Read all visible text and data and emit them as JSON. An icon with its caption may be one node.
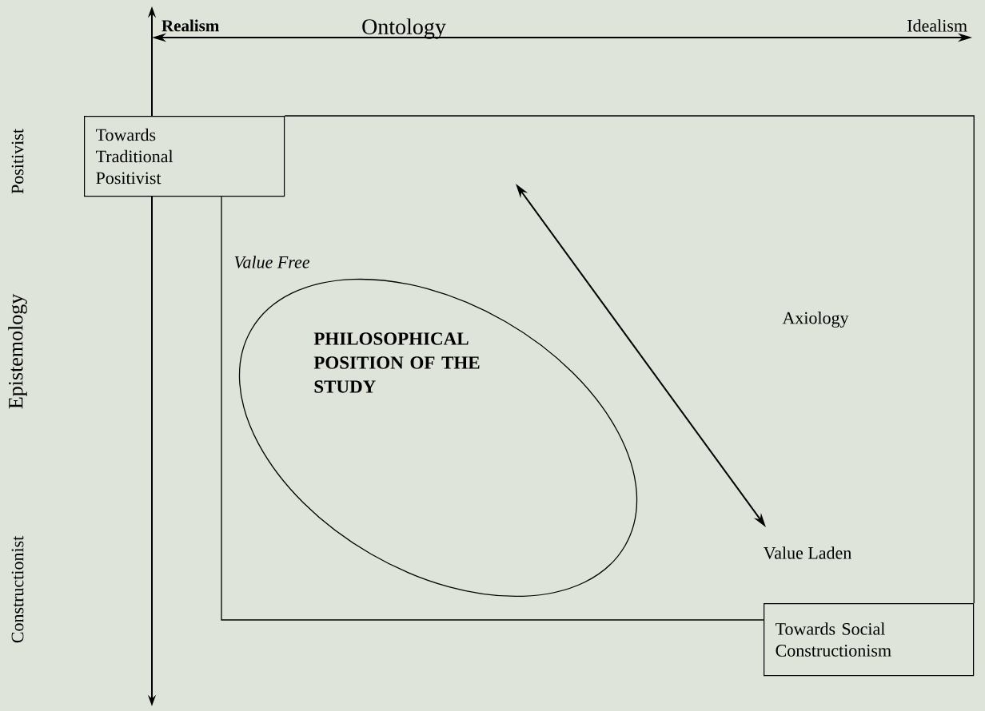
{
  "diagram": {
    "nodes": [
      {
        "text": [
          "Towards Traditional Positivist"
        ]
      },
      {
        "text": [
          "PHILOSOPHICAL POSITION OF THE STUDY"
        ]
      },
      {
        "text": [
          "Towards Social Constructionism"
        ]
      }
    ],
    "edges": [
      {
        "from": 0,
        "to": 2,
        "arrow": "none"
      },
      {
        "from": 0,
        "to": 2,
        "arrow": "none"
      }
    ],
    "labels": [
      "Realism",
      "Ontology",
      "Idealism",
      "Positivist",
      "Epistemology",
      "Constructionist",
      "Value Free",
      "Axiology",
      "Value Laden"
    ]
  }
}
